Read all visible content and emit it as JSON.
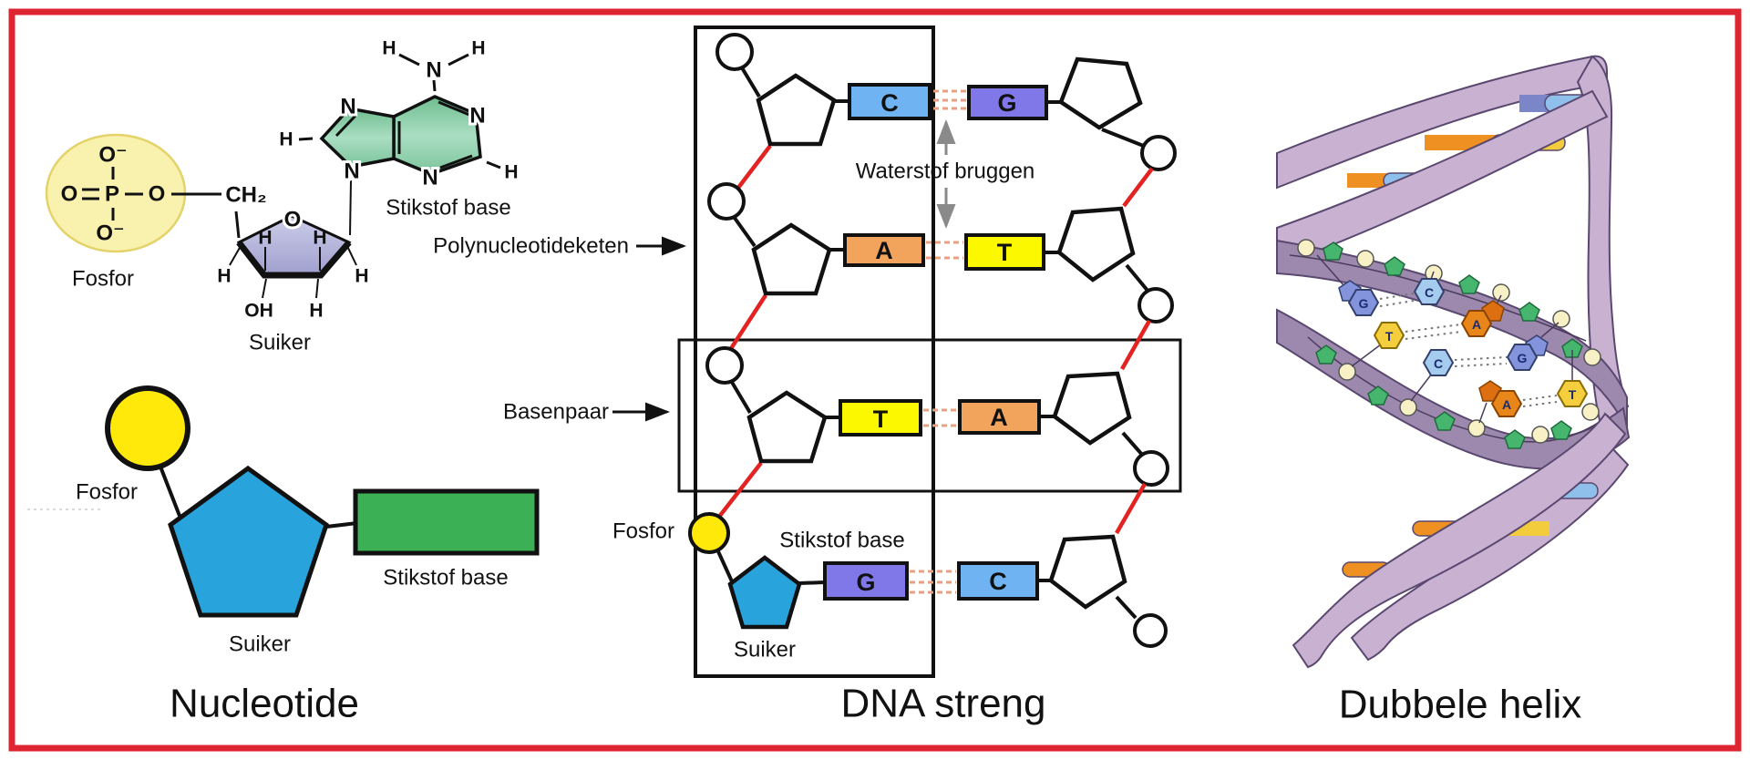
{
  "palette": {
    "border_red": "#de2430",
    "title_red": "#d42b27",
    "backbone_red": "#e32222",
    "hbond_salmon": "#e8a080",
    "arrow_gray": "#8a8a8a",
    "base_C": "#6fb3f2",
    "base_G": "#8078e8",
    "base_A": "#f2a45c",
    "base_T": "#fcf800",
    "sugar_blue": "#29a3dc",
    "phosphate_yellow": "#ffe90a",
    "nbase_green": "#3cb054",
    "phosphate_ellipse": "#f8f2ae",
    "sugar_ring_purple": "#b9badf",
    "adenine_green": "#8fd0ab",
    "helix_ribbon": "#c9b2d1",
    "helix_band": "#9d89ae",
    "helix_outline": "#5a4870",
    "hex_C": "#a5cbef",
    "hex_G": "#8494dc",
    "hex_T": "#f5ce3e",
    "hex_A": "#e8861a",
    "decor_green": "#46b56e",
    "decor_cream": "#f7f1c5",
    "bar_slate": "#7b86c8",
    "bar_lightblue": "#8fc0ec",
    "bar_orange": "#ef9122",
    "bar_yellow": "#f2cc3c"
  },
  "left_panel": {
    "title": "Nucleotide",
    "atoms": {
      "o_minus": "O⁻",
      "o": "O",
      "p": "P",
      "ch2": "CH₂",
      "h": "H",
      "n": "N",
      "oh": "OH"
    },
    "labels": {
      "fosfor": "Fosfor",
      "suiker": "Suiker",
      "stikstof_base": "Stikstof base"
    },
    "simple_labels": {
      "fosfor": "Fosfor",
      "suiker": "Suiker",
      "stikstof_base": "Stikstof base"
    }
  },
  "middle_panel": {
    "title": "DNA streng",
    "labels": {
      "polynucleotide": "Polynucleotideketen",
      "waterstof": "Waterstof bruggen",
      "basenpaar": "Basenpaar",
      "fosfor": "Fosfor",
      "stikstof_base": "Stikstof base",
      "suiker": "Suiker"
    },
    "left_strand": [
      {
        "letter": "C",
        "color": "#6fb3f2"
      },
      {
        "letter": "A",
        "color": "#f2a45c"
      },
      {
        "letter": "T",
        "color": "#fcf800"
      },
      {
        "letter": "G",
        "color": "#8078e8"
      }
    ],
    "right_strand": [
      {
        "letter": "G",
        "color": "#8078e8"
      },
      {
        "letter": "T",
        "color": "#fcf800"
      },
      {
        "letter": "A",
        "color": "#f2a45c"
      },
      {
        "letter": "C",
        "color": "#6fb3f2"
      }
    ]
  },
  "right_panel": {
    "title": "Dubbele helix",
    "pairs": [
      [
        "G",
        "C"
      ],
      [
        "T",
        "A"
      ],
      [
        "C",
        "G"
      ],
      [
        "A",
        "T"
      ]
    ]
  }
}
